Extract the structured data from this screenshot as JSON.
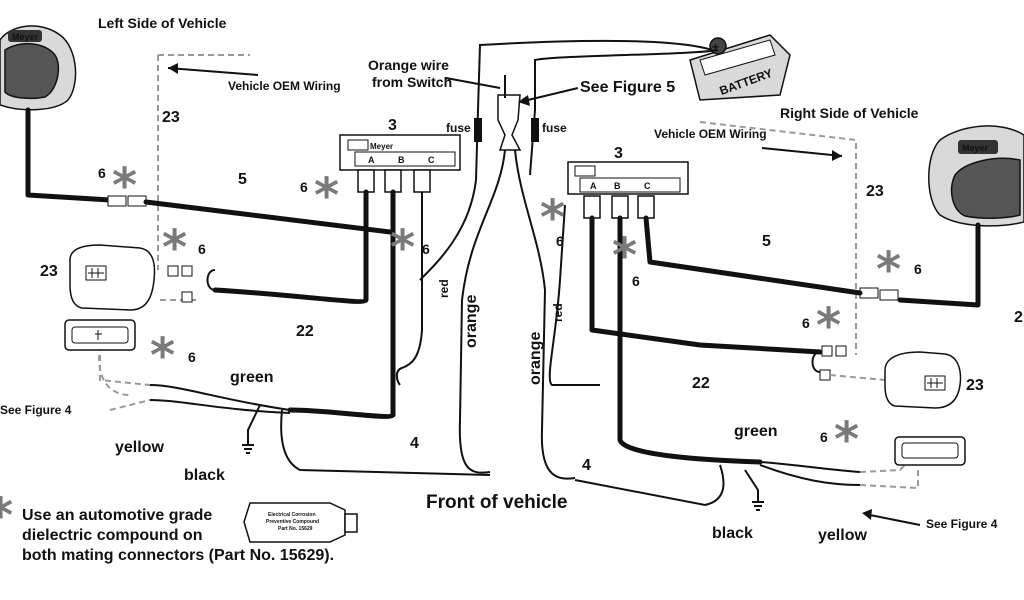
{
  "labels": {
    "left_side": "Left Side of Vehicle",
    "right_side": "Right Side of Vehicle",
    "oem_left": "Vehicle OEM Wiring",
    "oem_right": "Vehicle OEM Wiring",
    "orange_wire_line1": "Orange wire",
    "orange_wire_line2": "from Switch",
    "see_fig5": "See Figure 5",
    "fuse_left": "fuse",
    "fuse_right": "fuse",
    "battery": "BATTERY",
    "front": "Front of vehicle",
    "see_fig4_left": "See Figure  4",
    "see_fig4_right": "See Figure  4",
    "meyer": "Meyer",
    "red_left": "red",
    "red_right": "red",
    "orange_left": "orange",
    "orange_right": "orange",
    "green_left": "green",
    "green_right": "green",
    "yellow_left": "yellow",
    "yellow_right": "yellow",
    "black_left": "black",
    "black_right": "black",
    "module_a": "A",
    "module_b": "B",
    "module_c": "C"
  },
  "callouts": {
    "n23_top_left": "23",
    "n3_left": "3",
    "n3_right": "3",
    "n6_a": "6",
    "n6_b": "6",
    "n6_c": "6",
    "n6_d": "6",
    "n6_e": "6",
    "n6_f": "6",
    "n6_g": "6",
    "n6_h": "6",
    "n6_i": "6",
    "n6_j": "6",
    "n5_left": "5",
    "n5_right": "5",
    "n23_mid_left": "23",
    "n23_right_top": "23",
    "n23_right_mid": "23",
    "n22_left": "22",
    "n22_right": "22",
    "n4_left": "4",
    "n4_right": "4",
    "n2_edge": "2"
  },
  "note": {
    "asterisk": "*",
    "line1": "Use an automotive grade",
    "line2": "dielectric compound on",
    "line3": "both mating connectors (Part No. 15629).",
    "tube_line1": "Electrical Corrosion",
    "tube_line2": "Preventive Compound",
    "tube_line3": "Part No. 15629"
  },
  "colors": {
    "wire": "#111111",
    "asterisk": "#7a7a7a",
    "oem_dash": "#9a9a9a"
  }
}
